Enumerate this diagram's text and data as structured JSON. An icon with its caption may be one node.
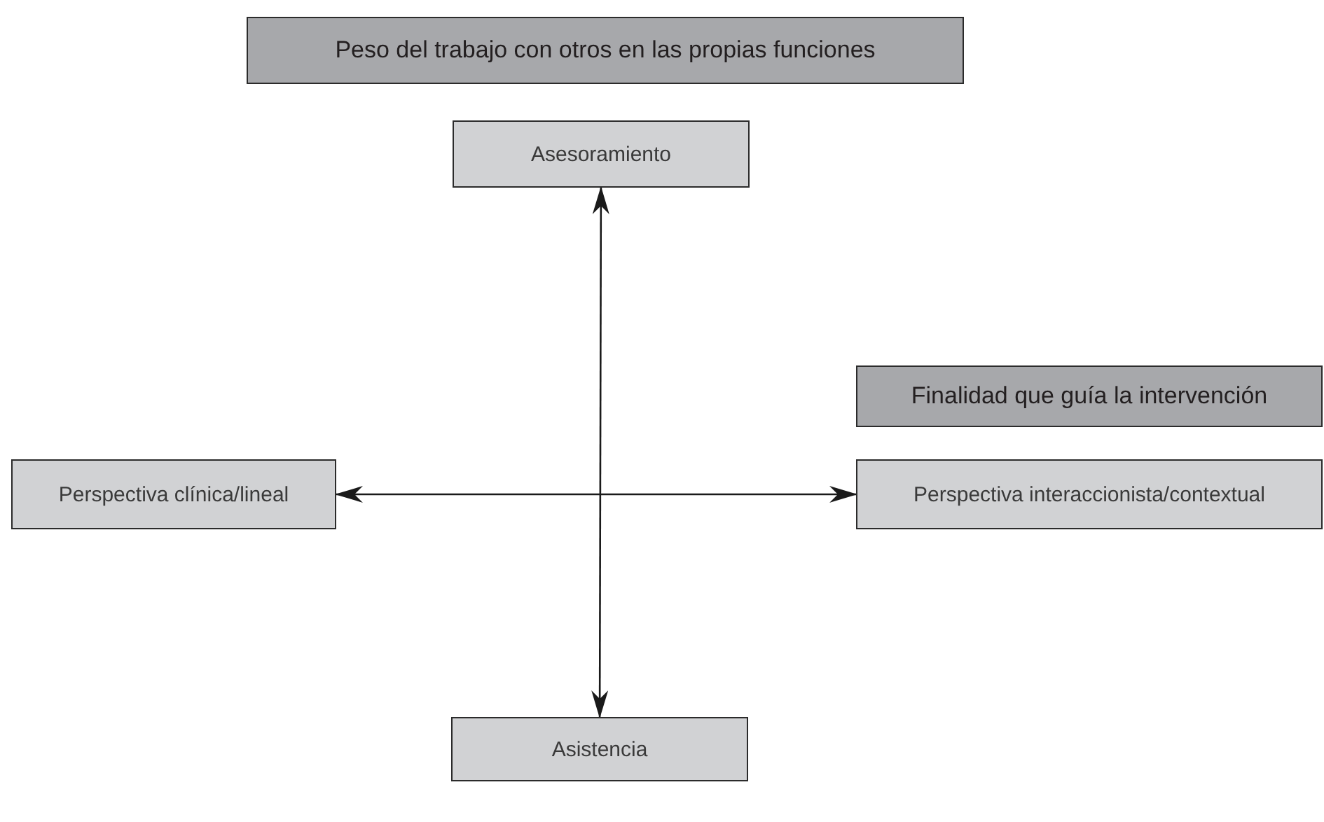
{
  "diagram": {
    "nodes": [
      {
        "text": [
          "Peso del trabajo con otros en las propias funciones"
        ]
      },
      {
        "text": [
          "Asesoramiento"
        ]
      },
      {
        "text": [
          "Finalidad que guía la intervención"
        ]
      },
      {
        "text": [
          "Perspectiva clínica/lineal"
        ]
      },
      {
        "text": [
          "Perspectiva interaccionista/contextual"
        ]
      },
      {
        "text": [
          "Asistencia"
        ]
      }
    ],
    "edges": [
      {
        "from": 1,
        "to": 5,
        "arrow": "both"
      },
      {
        "from": 3,
        "to": 4,
        "arrow": "both"
      }
    ]
  }
}
